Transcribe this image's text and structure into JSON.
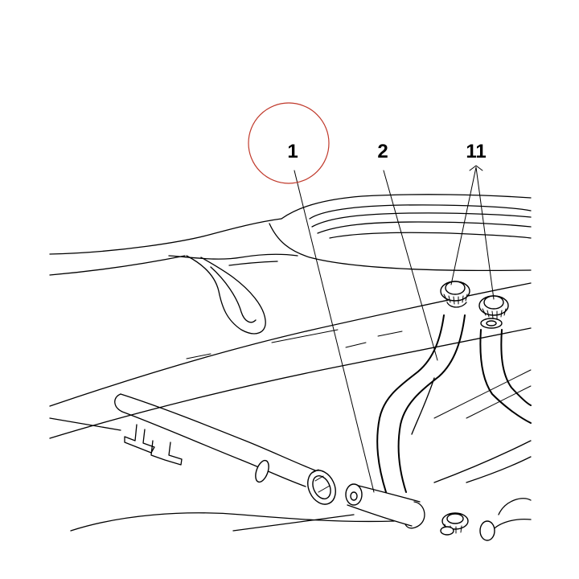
{
  "callouts": {
    "part_1": "1",
    "part_2": "2",
    "part_11": "11"
  },
  "colors": {
    "highlight_circle": "#c0392b",
    "line": "#000000",
    "background": "#ffffff"
  }
}
